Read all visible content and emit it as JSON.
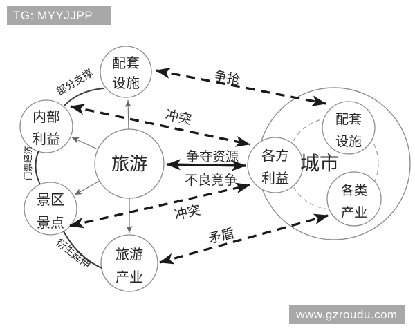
{
  "watermarks": {
    "top_left": "TG: MYYJJPP",
    "bottom_right": "www.gzroudu.com"
  },
  "diagram": {
    "nodes": {
      "supporting_facilities_left": {
        "line1": "配套",
        "line2": "设施"
      },
      "internal_interests": {
        "line1": "内部",
        "line2": "利益"
      },
      "tourism": {
        "label": "旅游"
      },
      "scenic_spots": {
        "line1": "景区",
        "line2": "景点"
      },
      "tourism_industry": {
        "line1": "旅游",
        "line2": "产业"
      },
      "all_parties_interests": {
        "line1": "各方",
        "line2": "利益"
      },
      "city": {
        "label": "城市"
      },
      "supporting_facilities_city": {
        "line1": "配套",
        "line2": "设施"
      },
      "various_industries": {
        "line1": "各类",
        "line2": "产业"
      }
    },
    "edges": {
      "scramble": "争抢",
      "conflict_top": "冲突",
      "compete_resources": "争夺资源",
      "unhealthy_competition": "不良竞争",
      "conflict_bottom": "冲突",
      "contradiction": "矛盾",
      "partial_support": "部分支撑",
      "ticket_economy": "门票经济",
      "derivative_extension": "衍生延伸"
    },
    "colors": {
      "arrow_dark": "#1a1a1a",
      "circle_stroke": "#8c8c8c",
      "thin_line": "#767676",
      "watermark_bg": "#a8a8a8",
      "watermark_text": "#ffffff"
    }
  }
}
